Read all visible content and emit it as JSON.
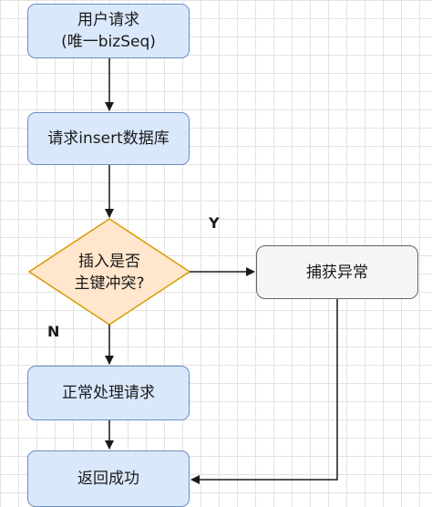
{
  "nodes": {
    "user_request": {
      "line1": "用户请求",
      "line2": "(唯一bizSeq)"
    },
    "insert_db": {
      "label": "请求insert数据库"
    },
    "decision": {
      "line1": "插入是否",
      "line2": "主键冲突?"
    },
    "catch_exception": {
      "label": "捕获异常"
    },
    "normal_process": {
      "label": "正常处理请求"
    },
    "return_success": {
      "label": "返回成功"
    }
  },
  "edges": {
    "yes_label": "Y",
    "no_label": "N"
  },
  "colors": {
    "process_fill": "#dae8fc",
    "process_stroke": "#6c8ebf",
    "decision_fill": "#ffe6cc",
    "decision_stroke": "#d79b00",
    "exception_fill": "#f5f5f5",
    "exception_stroke": "#666666",
    "line": "#1a1a1a"
  }
}
